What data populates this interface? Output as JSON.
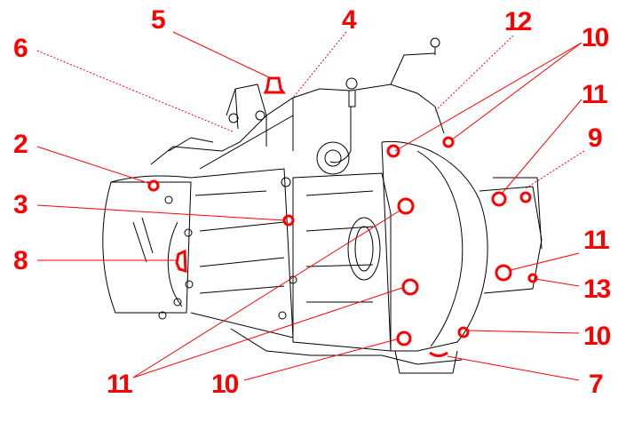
{
  "diagram": {
    "title": "Gearbox fastener locations",
    "accent_color": "#ff0000",
    "line_color": "#000000",
    "callouts": [
      {
        "id": "c5",
        "label": "5"
      },
      {
        "id": "c4",
        "label": "4"
      },
      {
        "id": "c12",
        "label": "12"
      },
      {
        "id": "c10a",
        "label": "10"
      },
      {
        "id": "c6",
        "label": "6"
      },
      {
        "id": "c11a",
        "label": "11"
      },
      {
        "id": "c9",
        "label": "9"
      },
      {
        "id": "c2",
        "label": "2"
      },
      {
        "id": "c3",
        "label": "3"
      },
      {
        "id": "c8",
        "label": "8"
      },
      {
        "id": "c11b",
        "label": "11"
      },
      {
        "id": "c13",
        "label": "13"
      },
      {
        "id": "c10b",
        "label": "10"
      },
      {
        "id": "c11c",
        "label": "11"
      },
      {
        "id": "c10c",
        "label": "10"
      },
      {
        "id": "c7",
        "label": "7"
      }
    ]
  }
}
